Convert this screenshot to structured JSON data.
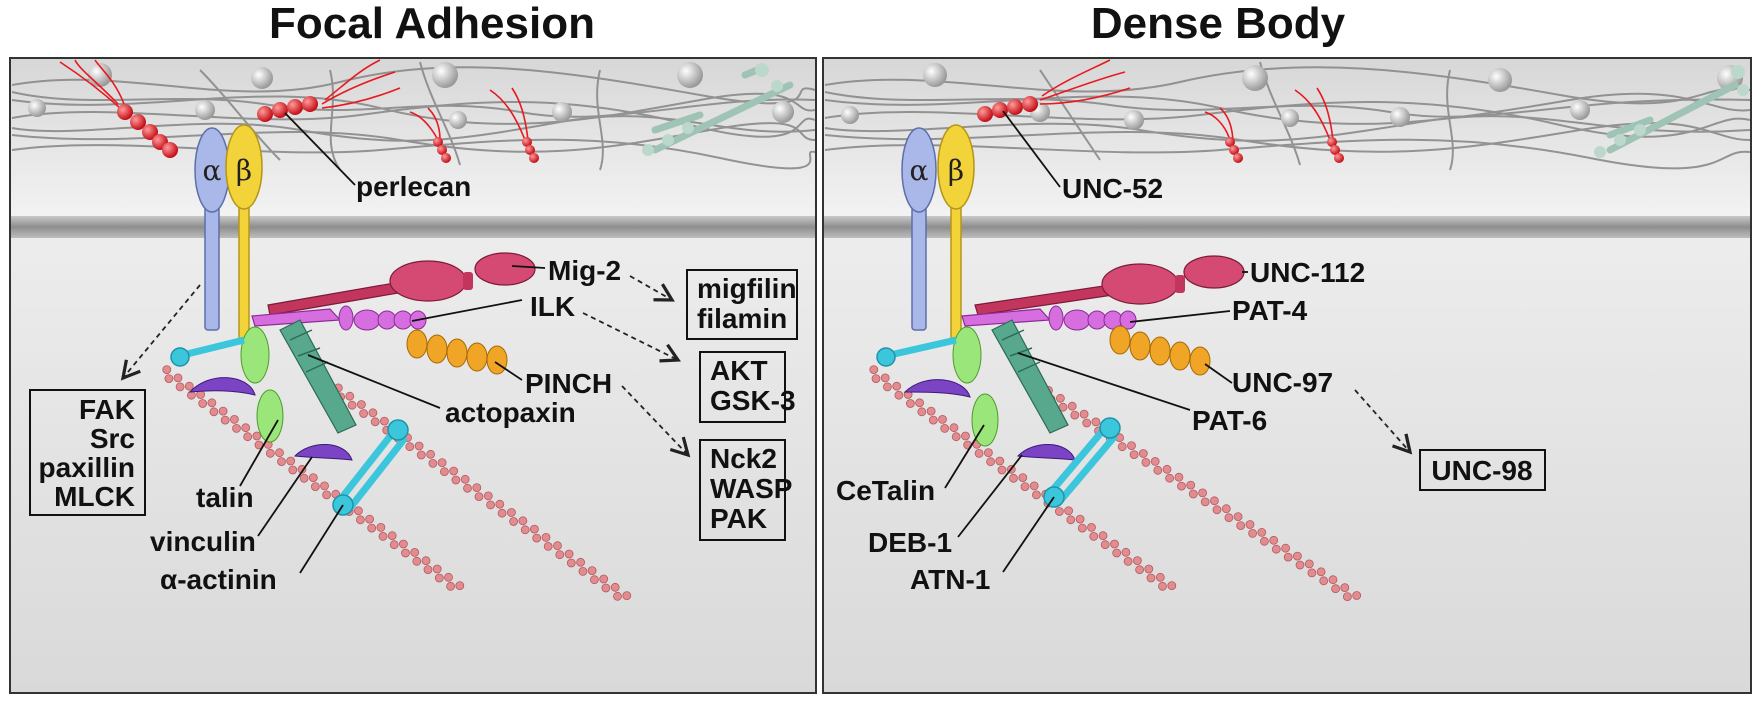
{
  "panels": [
    {
      "title": "Focal Adhesion",
      "integrin_alpha": "α",
      "integrin_beta": "β",
      "labels": {
        "ecm": "perlecan",
        "mig2": "Mig-2",
        "ilk": "ILK",
        "pinch": "PINCH",
        "actopaxin": "actopaxin",
        "talin": "talin",
        "vinculin": "vinculin",
        "actinin": "α-actinin"
      },
      "boxes": {
        "signaling": [
          "FAK",
          "Src",
          "paxillin",
          "MLCK"
        ],
        "mig2_targets": [
          "migfilin",
          "filamin"
        ],
        "ilk_targets": [
          "AKT",
          "GSK-3"
        ],
        "pinch_targets": [
          "Nck2",
          "WASP",
          "PAK"
        ]
      }
    },
    {
      "title": "Dense Body",
      "integrin_alpha": "α",
      "integrin_beta": "β",
      "labels": {
        "ecm": "UNC-52",
        "mig2": "UNC-112",
        "ilk": "PAT-4",
        "pinch": "UNC-97",
        "actopaxin": "PAT-6",
        "talin": "CeTalin",
        "vinculin": "DEB-1",
        "actinin": "ATN-1"
      },
      "boxes": {
        "pinch_targets": [
          "UNC-98"
        ]
      }
    }
  ],
  "colors": {
    "alpha_integrin": "#a9b8e8",
    "beta_integrin": "#f2d43a",
    "kindlin": "#c2365e",
    "ilk": "#d66ee0",
    "pinch": "#f1a526",
    "parvin": "#58a88e",
    "talin": "#9be67a",
    "vinculin": "#7b44c4",
    "actinin": "#3cc6dc",
    "actin": "#e38c90",
    "perlecan": "#e8191f",
    "ecm_fiber": "#8a8a8a"
  }
}
